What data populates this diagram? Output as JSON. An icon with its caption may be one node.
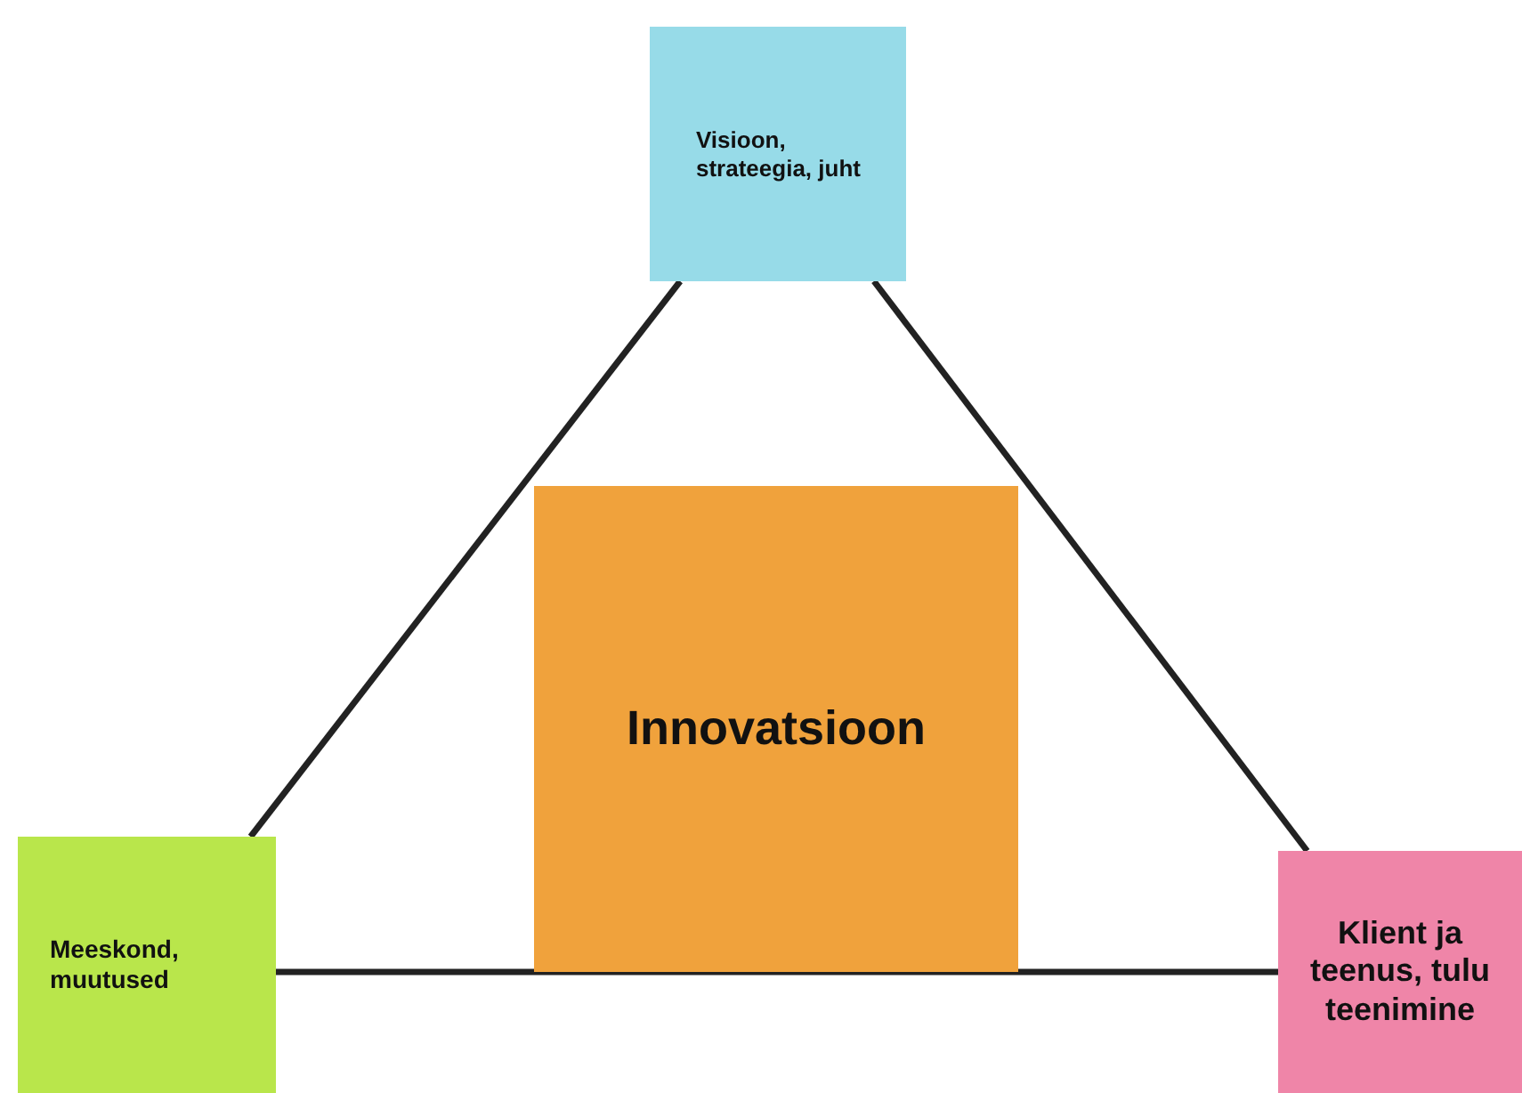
{
  "diagram": {
    "nodes": [
      {
        "text": [
          "Visioon, strateegia, juht"
        ]
      },
      {
        "text": [
          "Innovatsioon"
        ]
      },
      {
        "text": [
          "Meeskond, muutused"
        ]
      },
      {
        "text": [
          "Klient ja teenus, tulu teenimine"
        ]
      }
    ],
    "edges": [
      {
        "from": 0,
        "to": 2,
        "arrow": "none"
      },
      {
        "from": 0,
        "to": 3,
        "arrow": "none"
      },
      {
        "from": 2,
        "to": 3,
        "arrow": "none"
      }
    ]
  }
}
